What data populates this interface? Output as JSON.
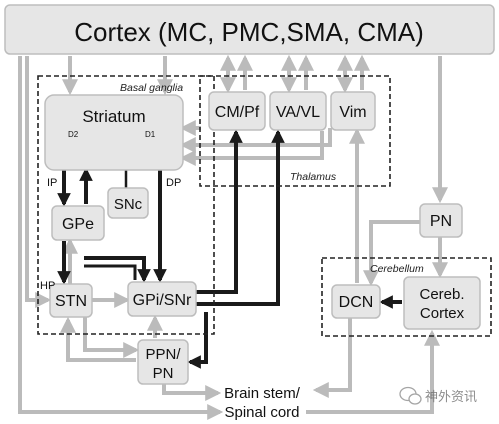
{
  "nodes": {
    "cortex": "Cortex (MC, PMC,SMA, CMA)",
    "striatum": "Striatum",
    "cm_pf": "CM/Pf",
    "va_vl": "VA/VL",
    "vim": "Vim",
    "snc": "SNc",
    "gpe": "GPe",
    "stn": "STN",
    "gpi_snr": "GPi/SNr",
    "ppn_pn_line1": "PPN/",
    "ppn_pn_line2": "PN",
    "pn": "PN",
    "dcn": "DCN",
    "cereb_cortex_line1": "Cereb.",
    "cereb_cortex_line2": "Cortex",
    "brainstem_line1": "Brain stem/",
    "brainstem_line2": "Spinal cord"
  },
  "regions": {
    "basal_ganglia": "Basal ganglia",
    "thalamus": "Thalamus",
    "cerebellum": "Cerebellum"
  },
  "pathway_labels": {
    "d2": "D2",
    "d1": "D1",
    "ip": "IP",
    "dp": "DP",
    "hp": "HP"
  },
  "watermark": "神外资讯",
  "colors": {
    "box_fill": "#e6e6e6",
    "box_stroke": "#bdbdbd",
    "gray_arrow": "#bbbbbb",
    "black_arrow": "#1a1a1a"
  }
}
